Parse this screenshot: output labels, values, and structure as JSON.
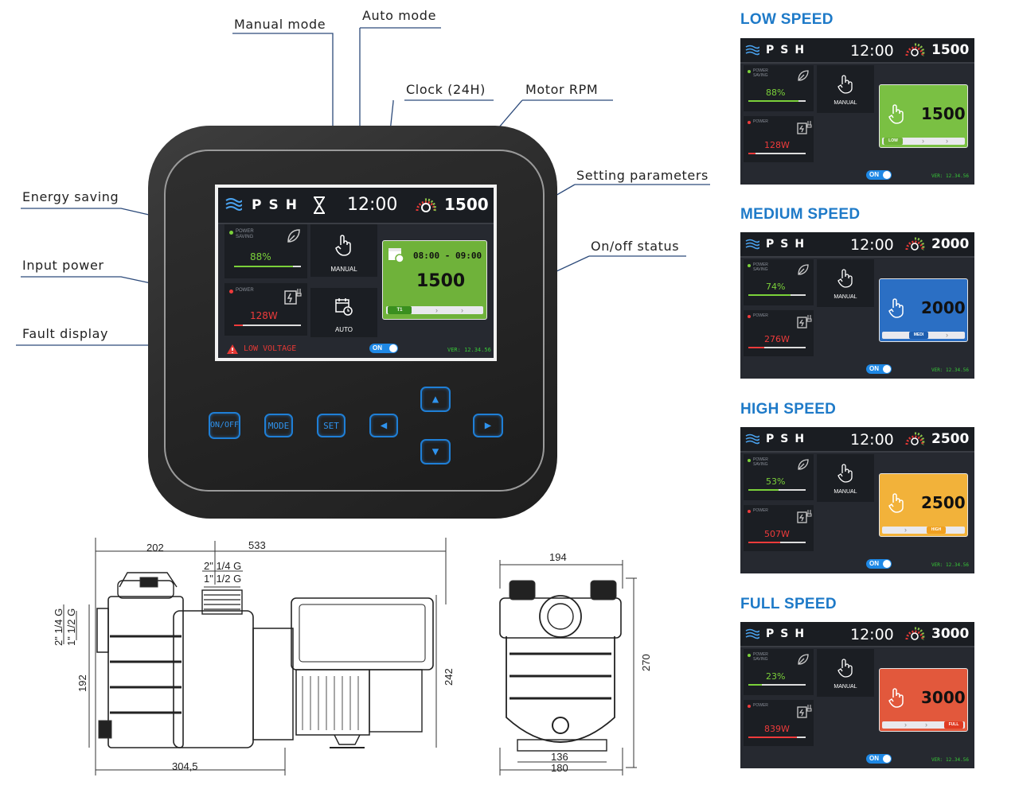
{
  "callouts": {
    "manual_mode": "Manual mode",
    "auto_mode": "Auto mode",
    "clock": "Clock (24H)",
    "motor_rpm": "Motor RPM",
    "setting_parameters": "Setting parameters",
    "on_off_status": "On/off status",
    "energy_saving": "Energy saving",
    "input_power": "Input power",
    "fault_display": "Fault display"
  },
  "main_screen": {
    "brand": "PSH",
    "clock": "12:00",
    "rpm": "1500",
    "power_saving_label": "POWER SAVING",
    "power_saving_value": "88%",
    "power_saving_level": 0.88,
    "power_label": "POWER",
    "power_value": "128W",
    "power_level": 0.13,
    "manual_label": "MANUAL",
    "auto_label": "AUTO",
    "schedule_time": "08:00 - 09:00",
    "schedule_rpm": "1500",
    "schedule_tag": "T1",
    "fault_text": "LOW VOLTAGE",
    "onoff_text": "ON",
    "version": "VER: 12.34.56",
    "card_color": "#6fb23a"
  },
  "keypad": {
    "on_off": "ON/OFF",
    "mode": "MODE",
    "set": "SET",
    "left": "◀",
    "right": "▶",
    "up": "▲",
    "down": "▼"
  },
  "speeds": [
    {
      "title": "LOW SPEED",
      "rpm": "1500",
      "saving": "88%",
      "saving_level": 0.88,
      "power": "128W",
      "power_level": 0.13,
      "tag": "LOW",
      "tag_color": "#6fb23a",
      "card_color": "#7ac043",
      "card_value": "1500"
    },
    {
      "title": "MEDIUM SPEED",
      "rpm": "2000",
      "saving": "74%",
      "saving_level": 0.74,
      "power": "276W",
      "power_level": 0.28,
      "tag": "MEDI",
      "tag_color": "#1f5fb0",
      "card_color": "#2b6fc4",
      "card_value": "2000"
    },
    {
      "title": "HIGH SPEED",
      "rpm": "2500",
      "saving": "53%",
      "saving_level": 0.53,
      "power": "507W",
      "power_level": 0.55,
      "tag": "HIGH",
      "tag_color": "#f0a020",
      "card_color": "#f2b23a",
      "card_value": "2500"
    },
    {
      "title": "FULL SPEED",
      "rpm": "3000",
      "saving": "23%",
      "saving_level": 0.23,
      "power": "839W",
      "power_level": 0.85,
      "tag": "FULL",
      "tag_color": "#e03a22",
      "card_color": "#e2583c",
      "card_value": "3000"
    }
  ],
  "speed_common": {
    "brand": "PSH",
    "clock": "12:00",
    "power_saving_label": "POWER SAVING",
    "power_label": "POWER",
    "manual_label": "MANUAL",
    "onoff_text": "ON",
    "version": "VER: 12.34.56"
  },
  "dimensions": {
    "side_total_length": "533",
    "side_inlet_offset": "202",
    "side_outlet_thread_a": "2\" 1/4 G",
    "side_outlet_thread_b": "1\" 1/2 G",
    "side_inlet_thread_a": "2\" 1/4 G",
    "side_inlet_thread_b": "1\" 1/2 G",
    "side_inlet_height": "192",
    "side_total_height": "242",
    "side_base_length": "304,5",
    "front_width": "194",
    "front_height": "270",
    "front_base_inner": "136",
    "front_base_outer": "180"
  }
}
